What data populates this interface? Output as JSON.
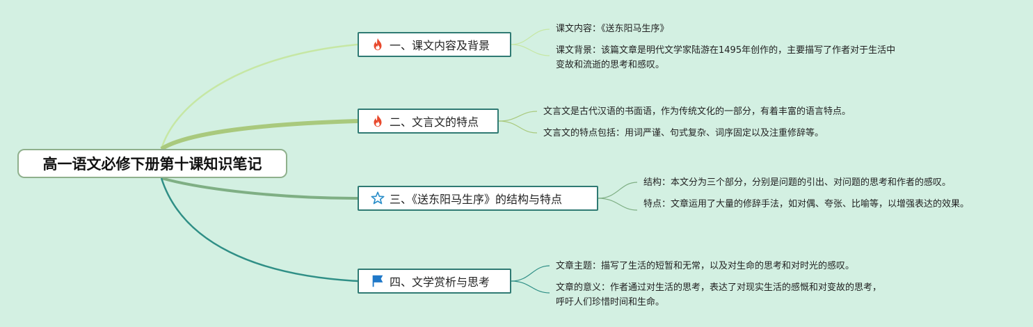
{
  "root": {
    "title": "高一语文必修下册第十课知识笔记"
  },
  "topics": [
    {
      "label": "一、课文内容及背景",
      "icon": "fire-icon",
      "notes": [
        "课文内容：《送东阳马生序》",
        "课文背景：该篇文章是明代文学家陆游在1495年创作的，主要描写了作者对于生活中变故和流逝的思考和感叹。"
      ]
    },
    {
      "label": "二、文言文的特点",
      "icon": "fire-icon",
      "notes": [
        "文言文是古代汉语的书面语，作为传统文化的一部分，有着丰富的语言特点。",
        "文言文的特点包括：用词严谨、句式复杂、词序固定以及注重修辞等。"
      ]
    },
    {
      "label": "三、《送东阳马生序》的结构与特点",
      "icon": "star-icon",
      "notes": [
        "结构：本文分为三个部分，分别是问题的引出、对问题的思考和作者的感叹。",
        "特点：文章运用了大量的修辞手法，如对偶、夸张、比喻等，以增强表达的效果。"
      ]
    },
    {
      "label": "四、文学赏析与思考",
      "icon": "flag-icon",
      "notes": [
        "文章主题：描写了生活的短暂和无常，以及对生命的思考和对时光的感叹。",
        "文章的意义：作者通过对生活的思考，表达了对现实生活的感慨和对变故的思考，呼吁人们珍惜时间和生命。"
      ]
    }
  ],
  "colors": {
    "background": "#d3f0e2",
    "branch_1": "#c6e7a4",
    "branch_2": "#a9c97d",
    "branch_3": "#7faf84",
    "branch_4": "#2f8f86",
    "fire": "#e84a2e",
    "star": "#2a8ec9",
    "flag": "#1f78c8"
  }
}
